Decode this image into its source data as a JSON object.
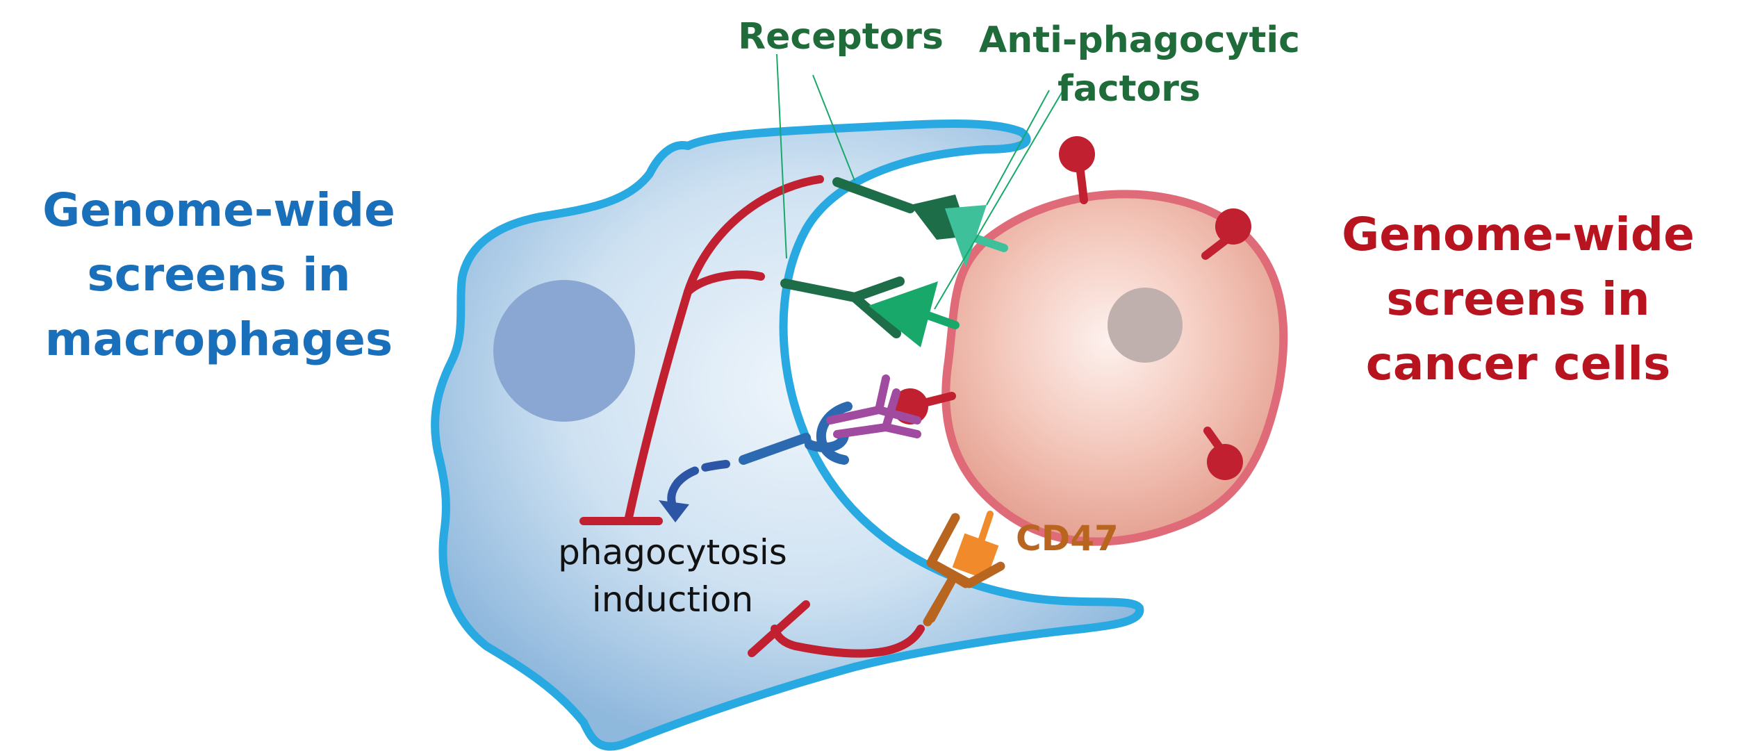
{
  "labels": {
    "macrophage_screens": [
      "Genome-wide",
      "screens in",
      "macrophages"
    ],
    "cancer_screens": [
      "Genome-wide",
      "screens in",
      "cancer cells"
    ],
    "receptors": "Receptors",
    "anti_phagocytic": [
      "Anti-phagocytic",
      "factors"
    ],
    "phagocytosis": [
      "phagocytosis",
      "induction"
    ],
    "cd47": "CD47"
  },
  "colors": {
    "macrophage_text": "#1a6fba",
    "cancer_text": "#b8141f",
    "receptor_text": "#1f6b3a",
    "macrophage_outline": "#29a9e1",
    "macrophage_fill": "#b4d4ea",
    "nucleus_macrophage": "#8aa6d2",
    "cancer_outline": "#e06b78",
    "cancer_fill": "#f0b4a8",
    "nucleus_cancer": "#bfb0ae",
    "inhibitory_red": "#c0202f",
    "receptor_dark_green": "#1d6e48",
    "factor_green": "#17a86a",
    "factor_teal": "#3ec19b",
    "antibody_purple": "#a04aa0",
    "fc_receptor_blue": "#2b6ab0",
    "arrow_blue": "#2c55a6",
    "cd47_orange": "#f08a2a",
    "sirpa_brown": "#b8651f"
  }
}
